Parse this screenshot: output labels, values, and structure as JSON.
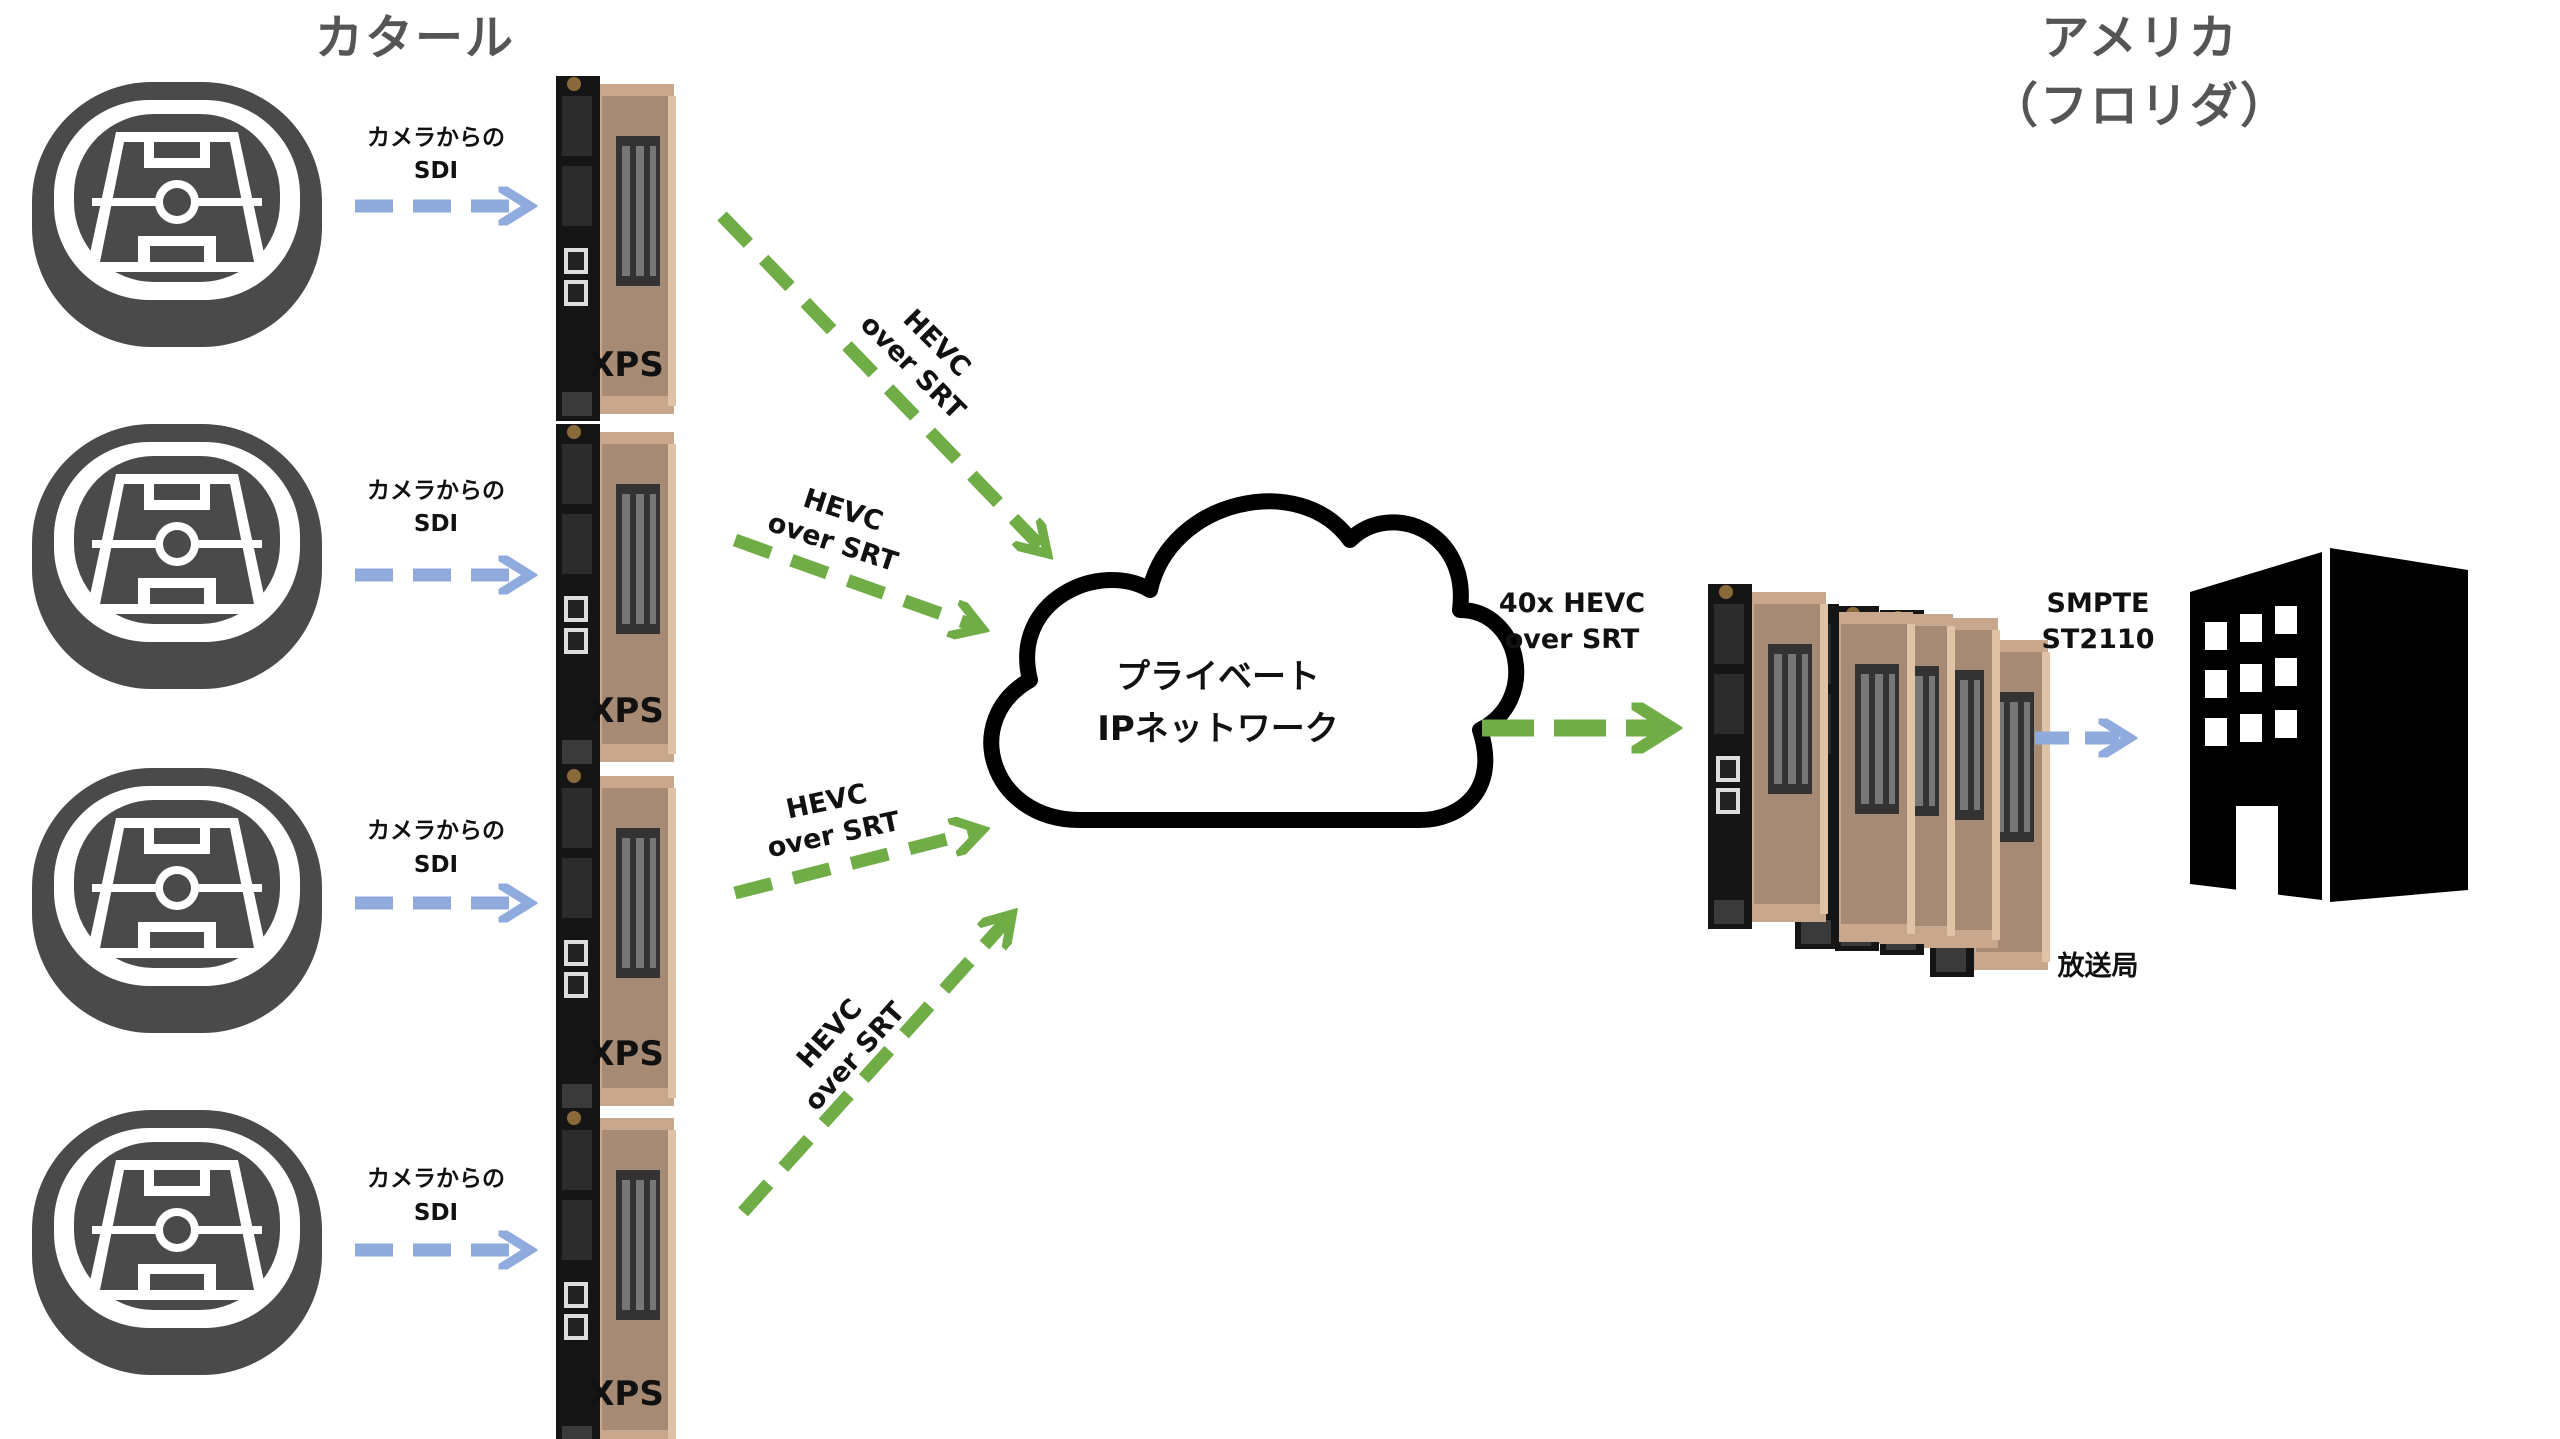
{
  "regions": {
    "left": "カタール",
    "right_line1": "アメリカ",
    "right_line2": "（フロリダ）"
  },
  "sources": [
    {
      "icon": "stadium-icon",
      "sdi_line1": "カメラからの",
      "sdi_line2": "SDI",
      "device": "XPS",
      "link_line1": "HEVC",
      "link_line2": "over SRT"
    },
    {
      "icon": "stadium-icon",
      "sdi_line1": "カメラからの",
      "sdi_line2": "SDI",
      "device": "XPS",
      "link_line1": "HEVC",
      "link_line2": "over SRT"
    },
    {
      "icon": "stadium-icon",
      "sdi_line1": "カメラからの",
      "sdi_line2": "SDI",
      "device": "XPS",
      "link_line1": "HEVC",
      "link_line2": "over SRT"
    },
    {
      "icon": "stadium-icon",
      "sdi_line1": "カメラからの",
      "sdi_line2": "SDI",
      "device": "XPS",
      "link_line1": "HEVC",
      "link_line2": "over SRT"
    }
  ],
  "cloud": {
    "line1": "プライベート",
    "line2": "IPネットワーク"
  },
  "aggregate": {
    "line1": "40x HEVC",
    "line2": "over SRT"
  },
  "output": {
    "line1": "SMPTE",
    "line2": "ST2110"
  },
  "broadcaster": {
    "label": "放送局",
    "icon": "building-icon"
  },
  "colors": {
    "sdi_arrow": "#8faadc",
    "srt_arrow": "#70ad47",
    "icon_dark": "#4a4a4a",
    "region_title": "#555555"
  }
}
